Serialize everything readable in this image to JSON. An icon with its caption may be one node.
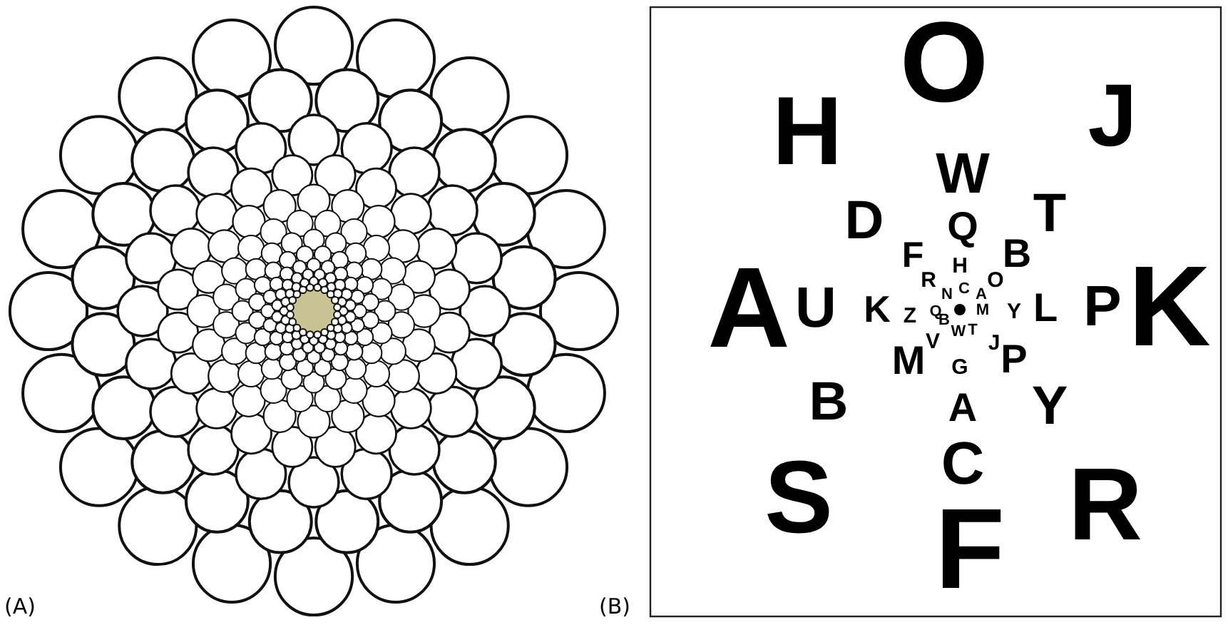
{
  "diagram": {
    "labels": [
      "O",
      "J",
      "H",
      "W",
      "T",
      "D",
      "Q",
      "B",
      "F",
      "H",
      "O",
      "R",
      "C",
      "N",
      "A",
      "A",
      "U",
      "K",
      "L",
      "P",
      "K",
      "M",
      "Q",
      "Y",
      "Z",
      "B",
      "T",
      "W",
      "V",
      "J",
      "M",
      "P",
      "G",
      "B",
      "Y",
      "A",
      "C",
      "S",
      "R",
      "F",
      "(A)",
      "(B)"
    ]
  }
}
